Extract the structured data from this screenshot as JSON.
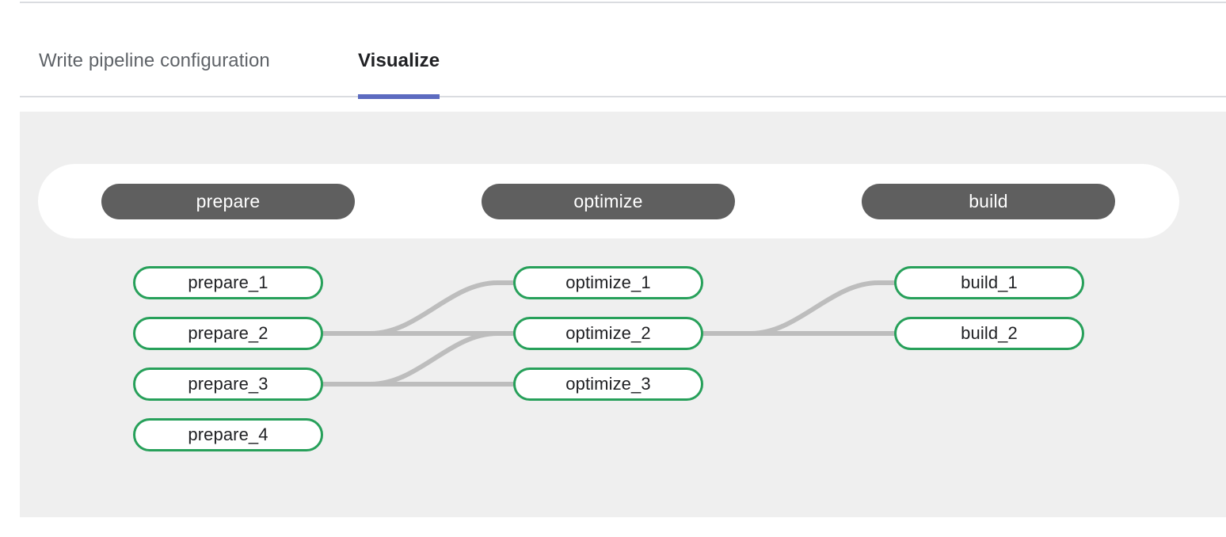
{
  "tabs": [
    {
      "id": "write",
      "label": "Write pipeline configuration",
      "active": false
    },
    {
      "id": "visualize",
      "label": "Visualize",
      "active": true
    }
  ],
  "accent_color": "#5c6bc0",
  "canvas_background": "#efefef",
  "stage_pill_color": "#5f5f5f",
  "node_border_color": "#27a05a",
  "edge_color": "#bdbdbd",
  "graph": {
    "stages": [
      {
        "id": "prepare",
        "label": "prepare"
      },
      {
        "id": "optimize",
        "label": "optimize"
      },
      {
        "id": "build",
        "label": "build"
      }
    ],
    "jobs": {
      "prepare": [
        {
          "id": "prepare_1",
          "label": "prepare_1"
        },
        {
          "id": "prepare_2",
          "label": "prepare_2"
        },
        {
          "id": "prepare_3",
          "label": "prepare_3"
        },
        {
          "id": "prepare_4",
          "label": "prepare_4"
        }
      ],
      "optimize": [
        {
          "id": "optimize_1",
          "label": "optimize_1"
        },
        {
          "id": "optimize_2",
          "label": "optimize_2"
        },
        {
          "id": "optimize_3",
          "label": "optimize_3"
        }
      ],
      "build": [
        {
          "id": "build_1",
          "label": "build_1"
        },
        {
          "id": "build_2",
          "label": "build_2"
        }
      ]
    },
    "edges": [
      {
        "from": "prepare_2",
        "to": "optimize_1"
      },
      {
        "from": "prepare_2",
        "to": "optimize_2"
      },
      {
        "from": "prepare_3",
        "to": "optimize_2"
      },
      {
        "from": "prepare_3",
        "to": "optimize_3"
      },
      {
        "from": "optimize_2",
        "to": "build_1"
      },
      {
        "from": "optimize_2",
        "to": "build_2"
      }
    ]
  }
}
